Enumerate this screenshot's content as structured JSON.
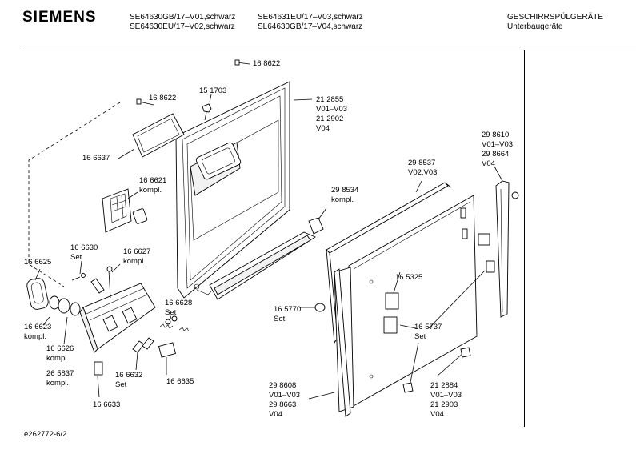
{
  "header": {
    "brand": "SIEMENS",
    "models_col1": [
      "SE64630GB/17–V01,schwarz",
      "SE64630EU/17–V02,schwarz"
    ],
    "models_col2": [
      "SE64631EU/17–V03,schwarz",
      "SL64630GB/17–V04,schwarz"
    ],
    "category": "GESCHIRRSPÜLGERÄTE",
    "subcategory": "Unterbaugeräte"
  },
  "labels": {
    "p168622_top": "16 8622",
    "p151703": "15 1703",
    "p168622_left": "16 8622",
    "p212855": [
      "21 2855",
      "V01–V03",
      "21 2902",
      "V04"
    ],
    "p166637": "16 6637",
    "p166621": [
      "16 6621",
      "kompl."
    ],
    "p298534": [
      "29 8534",
      "kompl."
    ],
    "p298537": [
      "29 8537",
      "V02,V03"
    ],
    "p298610": [
      "29 8610",
      "V01–V03",
      "29 8664",
      "V04"
    ],
    "p166630": [
      "16 6630",
      "Set"
    ],
    "p166627": [
      "16 6627",
      "kompl."
    ],
    "p166625": "16 6625",
    "p166623": [
      "16 6623",
      "kompl."
    ],
    "p166626": [
      "16 6626",
      "kompl."
    ],
    "p265837": [
      "26 5837",
      "kompl."
    ],
    "p166628": [
      "16 6628",
      "Set"
    ],
    "p166632": [
      "16 6632",
      "Set"
    ],
    "p166635": "16 6635",
    "p166633": "16 6633",
    "p165325": "16 5325",
    "p165770": [
      "16 5770",
      "Set"
    ],
    "p165737": [
      "16 5737",
      "Set"
    ],
    "p298608": [
      "29 8608",
      "V01–V03",
      "29 8663",
      "V04"
    ],
    "p212884": [
      "21 2884",
      "V01–V03",
      "21 2903",
      "V04"
    ]
  },
  "footer": {
    "code": "e262772-6/2"
  }
}
